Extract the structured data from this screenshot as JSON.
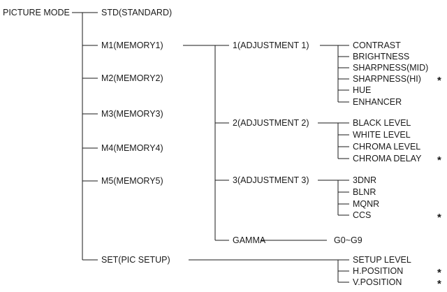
{
  "root": "PICTURE MODE",
  "star": "*",
  "level1": {
    "std": "STD(STANDARD)",
    "m1": "M1(MEMORY1)",
    "m2": "M2(MEMORY2)",
    "m3": "M3(MEMORY3)",
    "m4": "M4(MEMORY4)",
    "m5": "M5(MEMORY5)",
    "set": "SET(PIC SETUP)"
  },
  "level2": {
    "adj1": "1(ADJUSTMENT 1)",
    "adj2": "2(ADJUSTMENT 2)",
    "adj3": "3(ADJUSTMENT 3)",
    "gamma": "GAMMA"
  },
  "level3": {
    "adj1": [
      "CONTRAST",
      "BRIGHTNESS",
      "SHARPNESS(MID)",
      "SHARPNESS(HI)",
      "HUE",
      "ENHANCER"
    ],
    "adj2": [
      "BLACK LEVEL",
      "WHITE LEVEL",
      "CHROMA LEVEL",
      "CHROMA DELAY"
    ],
    "adj3": [
      "3DNR",
      "BLNR",
      "MQNR",
      "CCS"
    ],
    "gamma": "G0~G9",
    "set": [
      "SETUP LEVEL",
      "H.POSITION",
      "V.POSITION"
    ]
  }
}
